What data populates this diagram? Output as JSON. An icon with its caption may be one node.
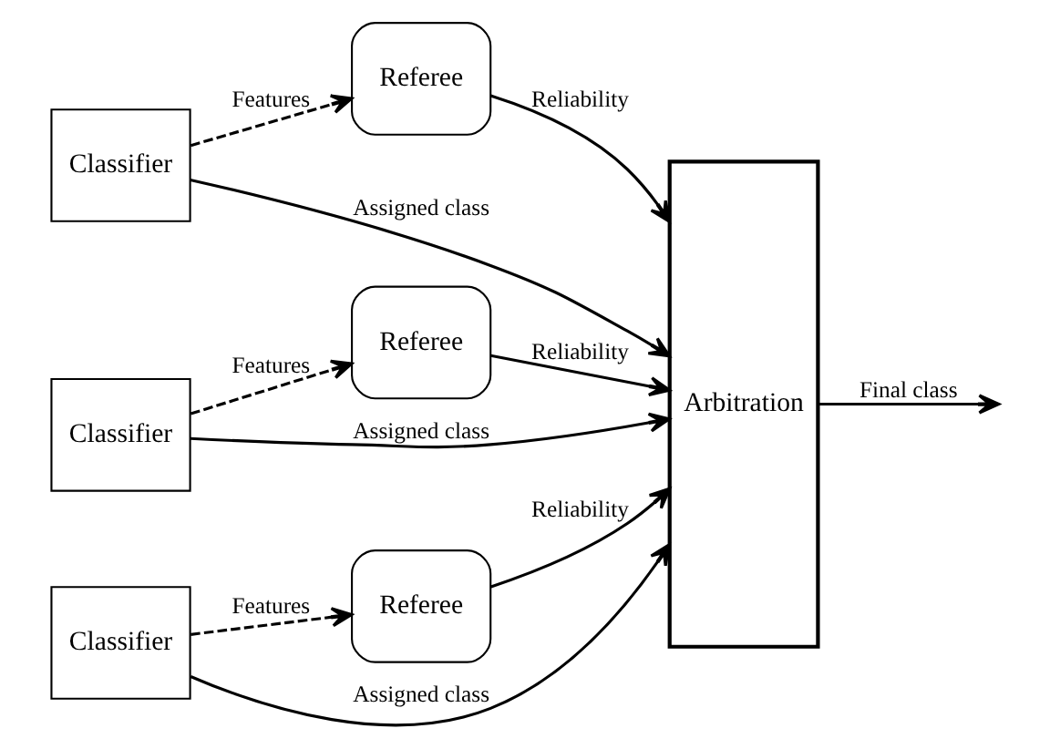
{
  "diagram": {
    "nodes": [
      {
        "text": [
          "Classifier"
        ]
      },
      {
        "text": [
          "Referee"
        ]
      },
      {
        "text": [
          "Classifier"
        ]
      },
      {
        "text": [
          "Referee"
        ]
      },
      {
        "text": [
          "Classifier"
        ]
      },
      {
        "text": [
          "Referee"
        ]
      },
      {
        "text": [
          "Arbitration"
        ]
      }
    ],
    "edges": [
      {
        "from": 0,
        "to": 1,
        "arrow": "to",
        "label": "Features",
        "style": "dashed"
      },
      {
        "from": 1,
        "to": 6,
        "arrow": "to",
        "label": "Reliability"
      },
      {
        "from": 0,
        "to": 6,
        "arrow": "to",
        "label": "Assigned class"
      },
      {
        "from": 2,
        "to": 3,
        "arrow": "to",
        "label": "Features",
        "style": "dashed"
      },
      {
        "from": 3,
        "to": 6,
        "arrow": "to",
        "label": "Reliability"
      },
      {
        "from": 2,
        "to": 6,
        "arrow": "to",
        "label": "Assigned class"
      },
      {
        "from": 4,
        "to": 5,
        "arrow": "to",
        "label": "Features",
        "style": "dashed"
      },
      {
        "from": 5,
        "to": 6,
        "arrow": "to",
        "label": "Reliability"
      },
      {
        "from": 4,
        "to": 6,
        "arrow": "to",
        "label": "Assigned class"
      },
      {
        "from": 6,
        "to": null,
        "arrow": "to",
        "label": "Final class"
      }
    ]
  }
}
